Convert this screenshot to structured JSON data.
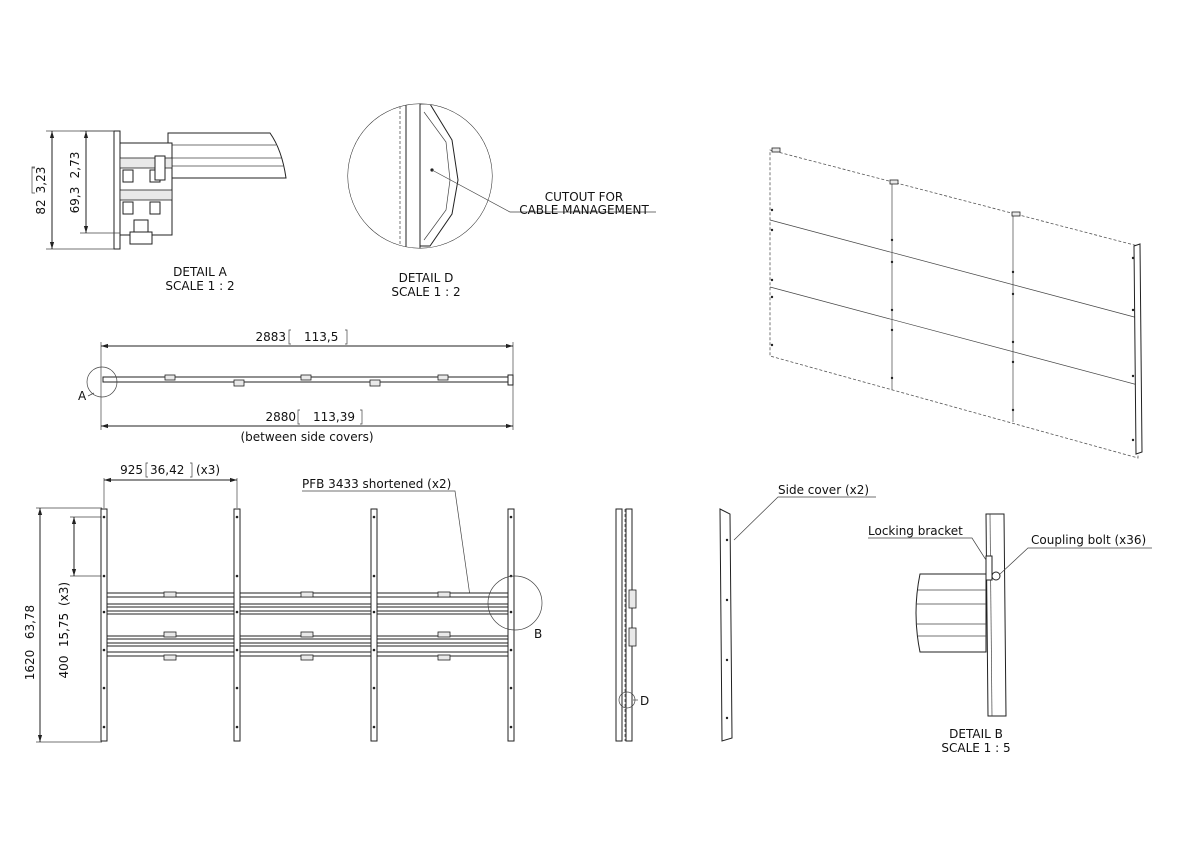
{
  "detail_a": {
    "dim_height": "82",
    "dim_height_in": "3,23",
    "dim_inner": "69,3",
    "dim_inner_in": "2,73",
    "title": "DETAIL A",
    "scale": "SCALE 1 : 2"
  },
  "detail_d": {
    "callout_line1": "CUTOUT FOR",
    "callout_line2": "CABLE MANAGEMENT",
    "title": "DETAIL D",
    "scale": "SCALE 1 : 2"
  },
  "top_view": {
    "overall": "2883",
    "overall_in": "113,5",
    "between": "2880",
    "between_in": "113,39",
    "between_note": "(between side covers)",
    "marker_a": "A"
  },
  "front_view": {
    "spacing": "925",
    "spacing_in": "36,42",
    "spacing_mult": "(x3)",
    "rail_label": "PFB 3433 shortened (x2)",
    "height": "1620",
    "height_in": "63,78",
    "gap": "400",
    "gap_in": "15,75",
    "gap_mult": "(x3)",
    "marker_b": "B"
  },
  "side_view": {
    "marker_d": "D"
  },
  "side_cover": {
    "label": "Side cover (x2)"
  },
  "detail_b": {
    "locking_label": "Locking bracket",
    "bolt_label": "Coupling bolt (x36)",
    "title": "DETAIL B",
    "scale": "SCALE 1 : 5"
  }
}
